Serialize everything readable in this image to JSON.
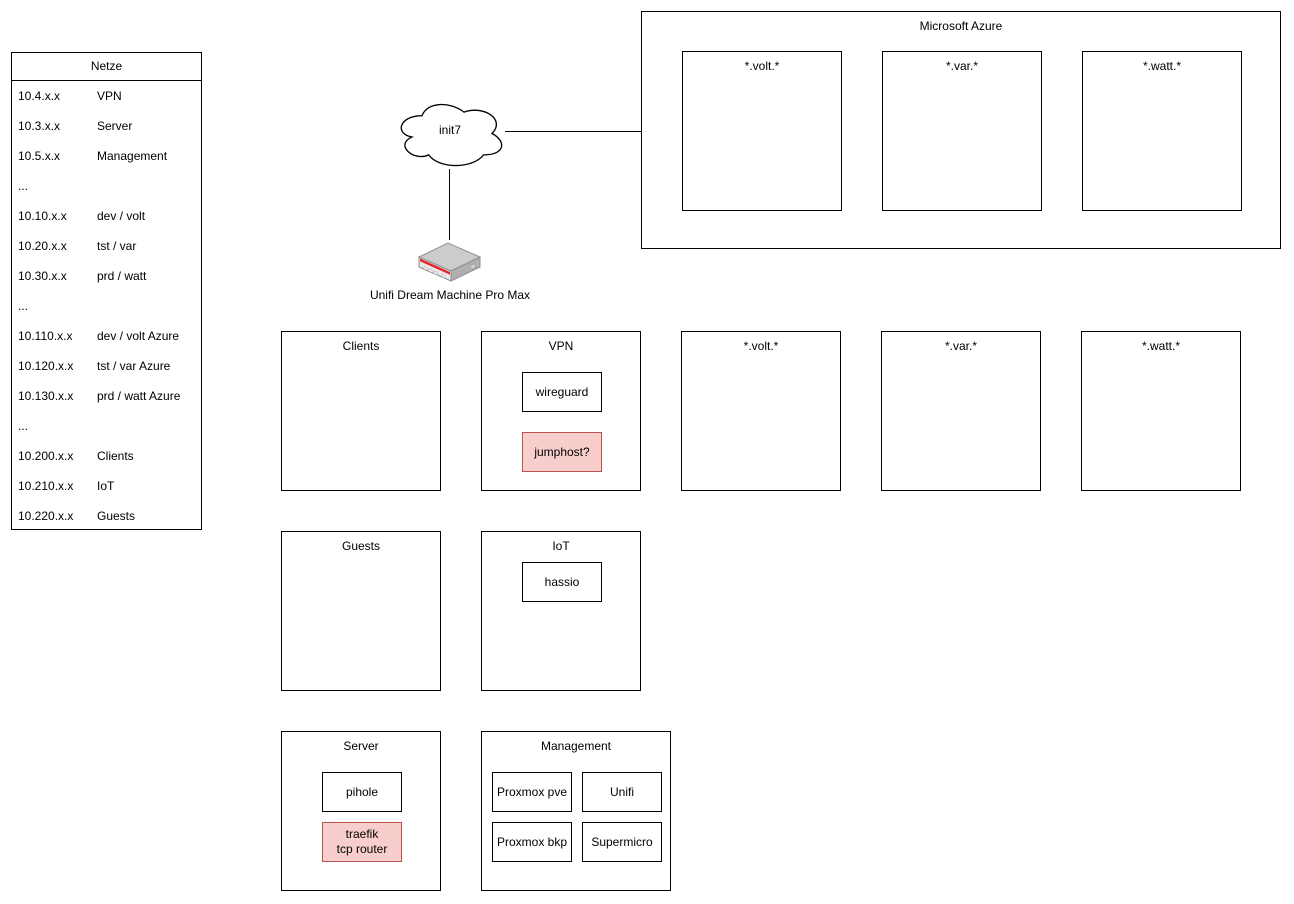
{
  "netze": {
    "title": "Netze",
    "rows": [
      {
        "cidr": "10.4.x.x",
        "label": "VPN"
      },
      {
        "cidr": "10.3.x.x",
        "label": "Server"
      },
      {
        "cidr": "10.5.x.x",
        "label": "Management"
      },
      {
        "cidr": "...",
        "label": ""
      },
      {
        "cidr": "10.10.x.x",
        "label": "dev / volt"
      },
      {
        "cidr": "10.20.x.x",
        "label": "tst / var"
      },
      {
        "cidr": "10.30.x.x",
        "label": "prd / watt"
      },
      {
        "cidr": "...",
        "label": ""
      },
      {
        "cidr": "10.110.x.x",
        "label": "dev / volt Azure"
      },
      {
        "cidr": "10.120.x.x",
        "label": "tst / var Azure"
      },
      {
        "cidr": "10.130.x.x",
        "label": "prd / watt Azure"
      },
      {
        "cidr": "...",
        "label": ""
      },
      {
        "cidr": "10.200.x.x",
        "label": "Clients"
      },
      {
        "cidr": "10.210.x.x",
        "label": "IoT"
      },
      {
        "cidr": "10.220.x.x",
        "label": "Guests"
      }
    ]
  },
  "wan": {
    "cloud_label": "init7"
  },
  "router": {
    "label": "Unifi Dream Machine Pro Max"
  },
  "azure": {
    "title": "Microsoft Azure",
    "boxes": [
      {
        "title": "*.volt.*"
      },
      {
        "title": "*.var.*"
      },
      {
        "title": "*.watt.*"
      }
    ]
  },
  "segments": {
    "clients": {
      "title": "Clients"
    },
    "vpn": {
      "title": "VPN",
      "nodes": [
        {
          "label": "wireguard"
        },
        {
          "label": "jumphost?"
        }
      ]
    },
    "volt": {
      "title": "*.volt.*"
    },
    "var": {
      "title": "*.var.*"
    },
    "watt": {
      "title": "*.watt.*"
    },
    "guests": {
      "title": "Guests"
    },
    "iot": {
      "title": "IoT",
      "nodes": [
        {
          "label": "hassio"
        }
      ]
    },
    "server": {
      "title": "Server",
      "nodes": [
        {
          "label": "pihole"
        },
        {
          "label": "traefik\ntcp router"
        }
      ]
    },
    "management": {
      "title": "Management",
      "nodes": [
        {
          "label": "Proxmox pve"
        },
        {
          "label": "Unifi"
        },
        {
          "label": "Proxmox bkp"
        },
        {
          "label": "Supermicro"
        }
      ]
    }
  },
  "colors": {
    "stroke": "#000000",
    "highlight_fill": "#f8cecc",
    "highlight_stroke": "#b85450",
    "router_red": "#e3262b"
  }
}
